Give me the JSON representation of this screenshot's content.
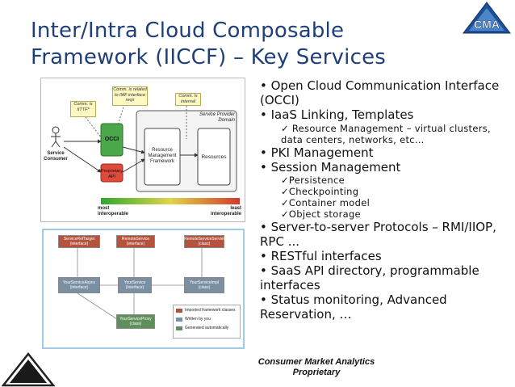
{
  "title": {
    "line1": "Inter/Intra Cloud Composable",
    "line2": "Framework (IICCF) – Key Services"
  },
  "logo": {
    "text": "CMA"
  },
  "bullets": [
    {
      "level": 1,
      "text": "• Open Cloud Communication Interface (OCCI)"
    },
    {
      "level": 1,
      "text": "• IaaS Linking, Templates"
    },
    {
      "level": 2,
      "text": "✓ Resource Management – virtual clusters, data centers, networks, etc…"
    },
    {
      "level": 1,
      "text": "• PKI Management"
    },
    {
      "level": 1,
      "text": "• Session Management"
    },
    {
      "level": 2,
      "text": "✓Persistence"
    },
    {
      "level": 2,
      "text": "✓Checkpointing"
    },
    {
      "level": 2,
      "text": "✓Container model"
    },
    {
      "level": 2,
      "text": "✓Object storage"
    },
    {
      "level": 1,
      "text": "• Server-to-server Protocols – RMI/IIOP, RPC ..."
    },
    {
      "level": 1,
      "text": "• RESTful interfaces"
    },
    {
      "level": 1,
      "text": "• SaaS API directory, programmable interfaces"
    },
    {
      "level": 1,
      "text": "• Status monitoring, Advanced Reservation, …"
    }
  ],
  "diagram1": {
    "note_left": "Comm. is IITTF*",
    "note_mid": "Comm. is related to IMF interface reqs",
    "note_right": "Comm. is internal",
    "actor": "Service Consumer",
    "occi": "OCCI",
    "proprietary": "Proprietary API",
    "rmf": "Resource Management Framework",
    "resources": "Resources",
    "domain": "Service Provider Domain",
    "most": "most interoperable",
    "least": "least interoperable"
  },
  "diagram2": {
    "top": [
      "ServiceRefTarget (interface)",
      "RemoteService (interface)",
      "RemoteServiceServlet (class)"
    ],
    "mid": [
      "YourServiceAsync (interface)",
      "YourService (interface)",
      "YourServiceImpl (class)"
    ],
    "bottom": "YourServiceProxy (class)",
    "legend": [
      "Imported framework classes",
      "Written by you",
      "Generated automatically"
    ],
    "colors": {
      "imported": "#b5533c",
      "written": "#7b8fa3",
      "generated": "#5f8f5a"
    }
  },
  "footer": {
    "line1": "Consumer Market Analytics",
    "line2": "Proprietary"
  }
}
